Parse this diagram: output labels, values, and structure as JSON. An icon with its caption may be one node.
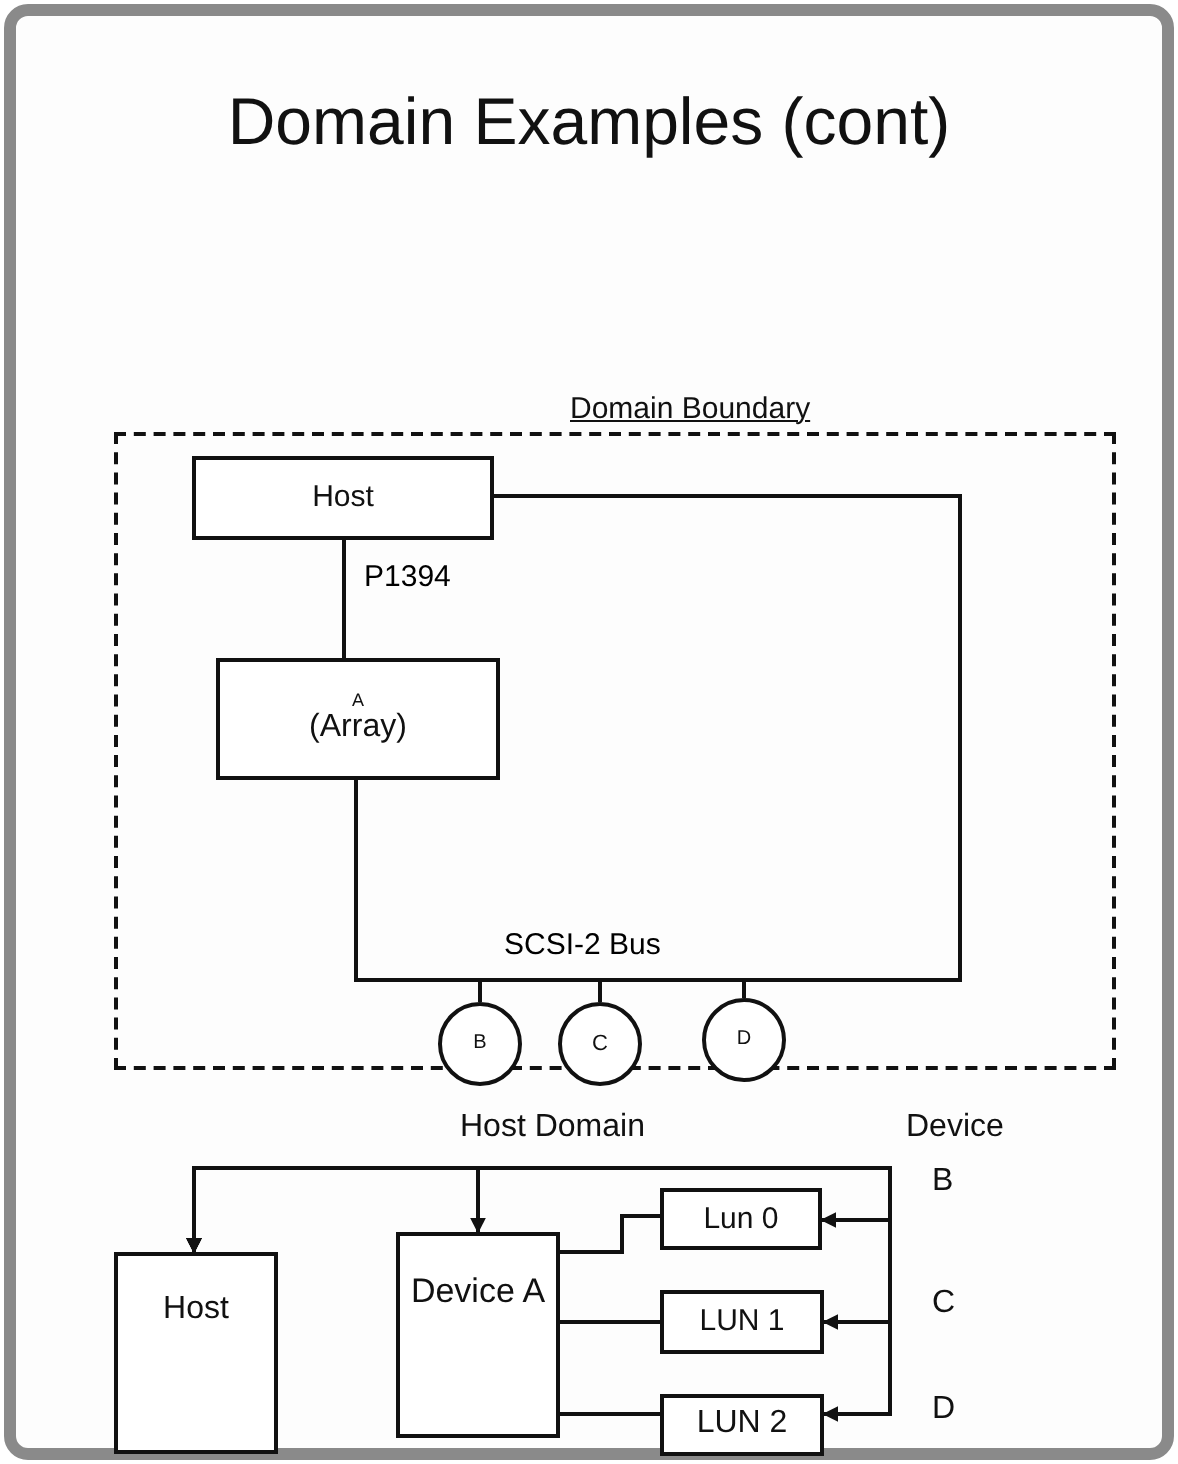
{
  "diagram": {
    "title": "Domain Examples (cont)",
    "nodes": [
      {
        "text": [
          "Domain Boundary"
        ]
      },
      {
        "text": [
          "Host"
        ],
        "in": 0
      },
      {
        "text": [
          "A",
          "(Array)"
        ],
        "in": 0
      },
      {
        "text": [
          "B"
        ],
        "in": 0
      },
      {
        "text": [
          "C"
        ],
        "in": 0
      },
      {
        "text": [
          "D"
        ],
        "in": 0
      },
      {
        "text": [
          "Host"
        ]
      },
      {
        "text": [
          "Device A"
        ]
      },
      {
        "text": [
          "Lun 0"
        ]
      },
      {
        "text": [
          "LUN 1"
        ]
      },
      {
        "text": [
          "LUN 2"
        ]
      }
    ],
    "edges": [
      {
        "from": 1,
        "to": 2,
        "arrow": "none",
        "label": "P1394"
      },
      {
        "from": 1,
        "to": 2,
        "arrow": "none",
        "label": "SCSI-2 Bus"
      },
      {
        "from": 2,
        "to": 3,
        "arrow": "none"
      },
      {
        "from": 2,
        "to": 4,
        "arrow": "none"
      },
      {
        "from": 2,
        "to": 5,
        "arrow": "none"
      },
      {
        "from": 6,
        "to": 7,
        "arrow": "both"
      },
      {
        "from": 6,
        "to": 8,
        "arrow": "both"
      },
      {
        "from": 6,
        "to": 9,
        "arrow": "both"
      },
      {
        "from": 6,
        "to": 10,
        "arrow": "both"
      },
      {
        "from": 7,
        "to": 8,
        "arrow": "none"
      },
      {
        "from": 7,
        "to": 9,
        "arrow": "none"
      },
      {
        "from": 7,
        "to": 10,
        "arrow": "none"
      }
    ],
    "labels": [
      "Host Domain",
      "Device",
      "B",
      "C",
      "D"
    ]
  }
}
